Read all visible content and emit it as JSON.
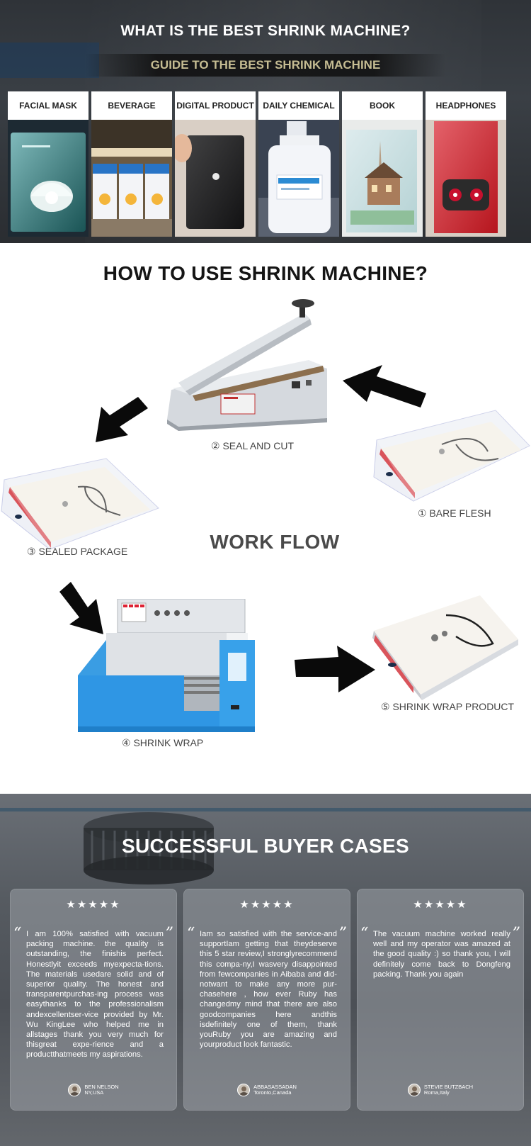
{
  "guide": {
    "title": "WHAT IS THE BEST SHRINK MACHINE?",
    "subtitle": "GUIDE TO THE BEST SHRINK MACHINE",
    "categories": [
      {
        "label": "FACIAL MASK"
      },
      {
        "label": "BEVERAGE"
      },
      {
        "label": "DIGITAL PRODUCT"
      },
      {
        "label": "DAILY CHEMICAL"
      },
      {
        "label": "BOOK"
      },
      {
        "label": "HEADPHONES"
      }
    ]
  },
  "howto": {
    "title": "HOW TO USE SHRINK MACHINE?",
    "center_label": "WORK FLOW",
    "steps": [
      {
        "label": "① BARE FLESH"
      },
      {
        "label": "② SEAL AND CUT"
      },
      {
        "label": "③ SEALED PACKAGE"
      },
      {
        "label": "④ SHRINK WRAP"
      },
      {
        "label": "⑤ SHRINK WRAP PRODUCT"
      }
    ]
  },
  "cases": {
    "title": "SUCCESSFUL BUYER CASES",
    "reviews": [
      {
        "stars": "★★★★★",
        "text": "I am 100% satisfied with vacuum packing machine. the quality is outstanding, the finishis perfect. Honestlyit exceeds myexpecta-tions. The materials usedare solid and of superior quality. The honest and transparentpurchas-ing process was easythanks to the professionalism andexcellentser-vice provided by Mr. Wu KingLee who helped me in allstages thank you very much for thisgreat expe-rience and a productthatmeets my aspirations.",
        "name": "BEN NELSON",
        "location": "NY,USA"
      },
      {
        "stars": "★★★★★",
        "text": "Iam so satisfied with the service-and supportIam getting that theydeserve this 5 star review,I stronglyrecommend this compa-ny,I wasvery disappointed from fewcompanies in Aibaba and did-notwant to make any more pur-chasehere , how ever Ruby has changedmy mind that there are also goodcompanies here andthis isdefinitely one of them, thank youRuby you are amazing and yourproduct look fantastic.",
        "name": "ABBASASSADAN",
        "location": "Toronto,Canada"
      },
      {
        "stars": "★★★★★",
        "text": "The vacuum machine worked really well and my operator was amazed at the good quality :) so thank you, I will definitely come back to Dongfeng packing. Thank you again",
        "name": "STEVIE BUTZBACH",
        "location": "Roma,Italy"
      }
    ]
  }
}
